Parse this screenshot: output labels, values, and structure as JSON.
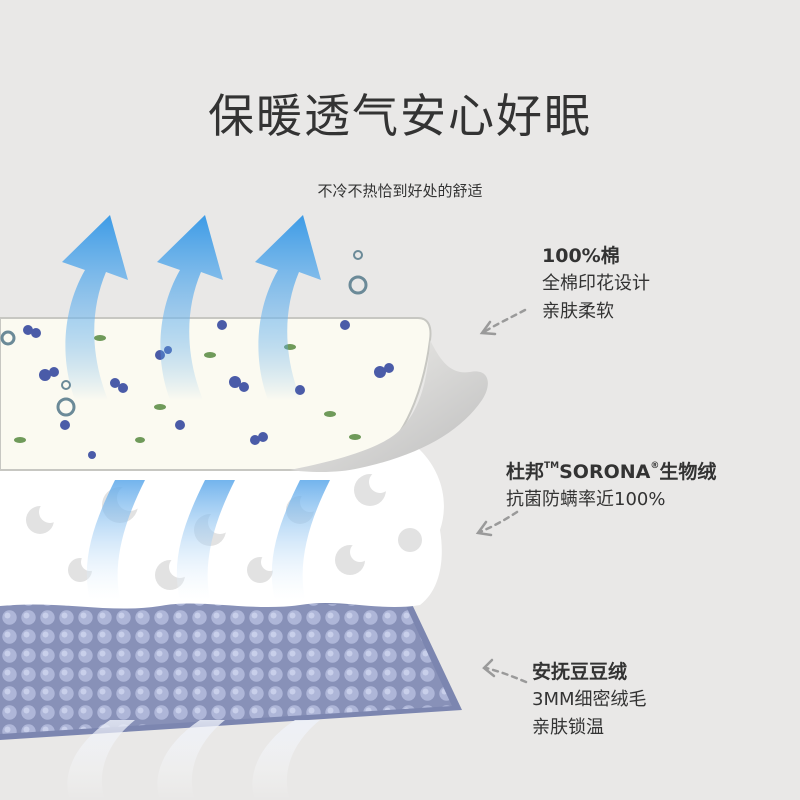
{
  "title": "保暖透气安心好眠",
  "subtitle": "不冷不热恰到好处的舒适",
  "layers": {
    "cotton": {
      "heading": "100%棉",
      "line1": "全棉印花设计",
      "line2": "亲肤柔软"
    },
    "sorona": {
      "heading_part1": "杜邦",
      "trademark": "TM",
      "heading_part2": "SORONA",
      "registered": "®",
      "heading_part3": "生物绒",
      "line1": "抗菌防螨率近100%"
    },
    "bean": {
      "heading": "安抚豆豆绒",
      "line1": "3MM细密绒毛",
      "line2": "亲肤锁温"
    }
  },
  "colors": {
    "background": "#e9e8e7",
    "arrow_blue": "#3d9be6",
    "bean_fabric": "#8d97bf",
    "fleece": "#ffffff",
    "cotton_fabric": "#fbfaf1"
  }
}
